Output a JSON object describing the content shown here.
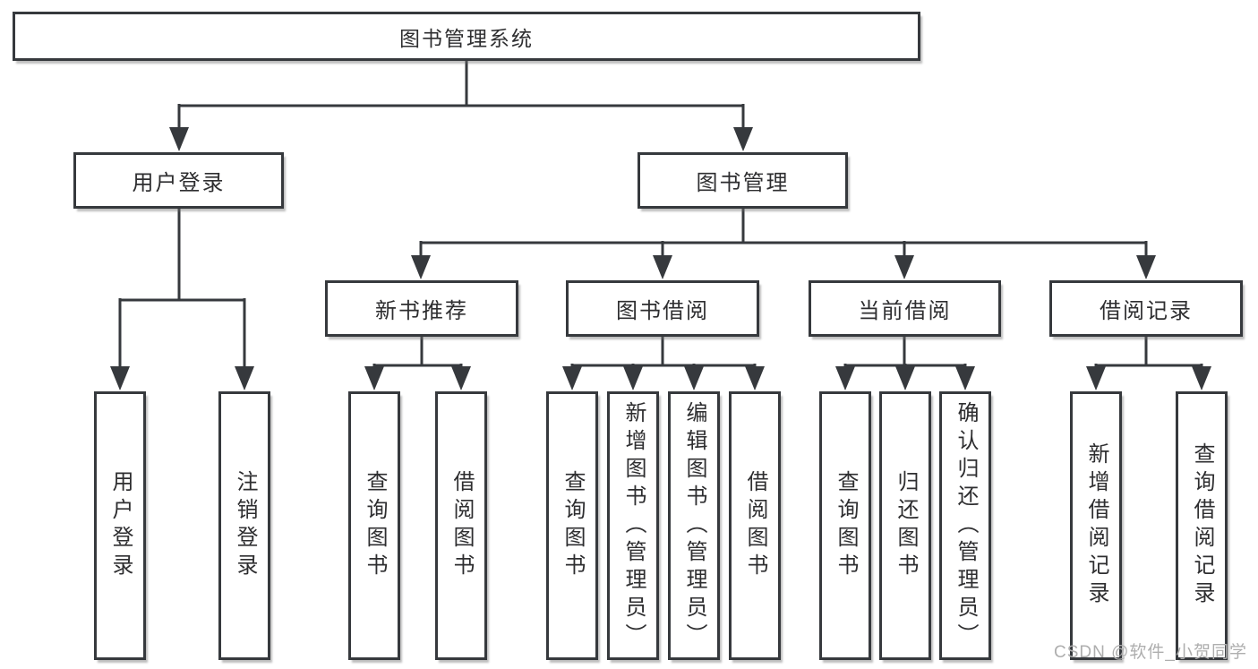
{
  "diagram": {
    "root": {
      "label": "图书管理系统"
    },
    "branches": {
      "user_login": {
        "label": "用户登录"
      },
      "book_mgmt": {
        "label": "图书管理"
      },
      "new_books": {
        "label": "新书推荐"
      },
      "book_borrow": {
        "label": "图书借阅"
      },
      "current_borrow": {
        "label": "当前借阅"
      },
      "borrow_records": {
        "label": "借阅记录"
      }
    },
    "leaves": {
      "user_login": [
        "用户登录",
        "注销登录"
      ],
      "new_books": [
        "查询图书",
        "借阅图书"
      ],
      "book_borrow": [
        "查询图书",
        "新增图书（管理员）",
        "编辑图书（管理员）",
        "借阅图书"
      ],
      "current_borrow": [
        "查询图书",
        "归还图书",
        "确认归还（管理员）"
      ],
      "borrow_records": [
        "新增借阅记录",
        "查询借阅记录"
      ]
    }
  },
  "watermark": {
    "text": "CSDN @软件_小贺同学"
  },
  "colors": {
    "line": "#36393d",
    "text": "#2e2e30",
    "watermark": "#aeaeae"
  }
}
